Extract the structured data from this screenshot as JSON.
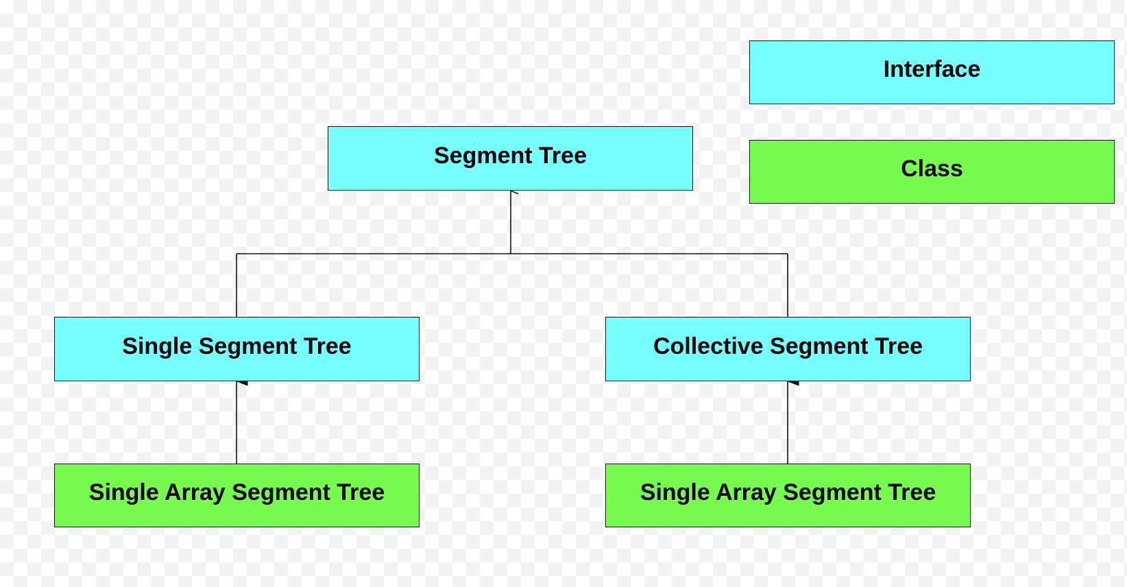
{
  "colors": {
    "interface": "#75fdff",
    "class": "#77fb4f",
    "line": "#111111"
  },
  "legend": {
    "interface_label": "Interface",
    "class_label": "Class"
  },
  "nodes": {
    "segment_tree": {
      "label": "Segment Tree",
      "kind": "interface"
    },
    "single_segment_tree": {
      "label": "Single Segment Tree",
      "kind": "interface"
    },
    "collective_segment_tree": {
      "label": "Collective Segment Tree",
      "kind": "interface"
    },
    "single_array_segment_tree_left": {
      "label": "Single Array Segment Tree",
      "kind": "class"
    },
    "single_array_segment_tree_right": {
      "label": "Single Array Segment Tree",
      "kind": "class"
    }
  },
  "edges": [
    {
      "from": "single_segment_tree",
      "to": "segment_tree"
    },
    {
      "from": "collective_segment_tree",
      "to": "segment_tree"
    },
    {
      "from": "single_array_segment_tree_left",
      "to": "single_segment_tree"
    },
    {
      "from": "single_array_segment_tree_right",
      "to": "collective_segment_tree"
    }
  ]
}
